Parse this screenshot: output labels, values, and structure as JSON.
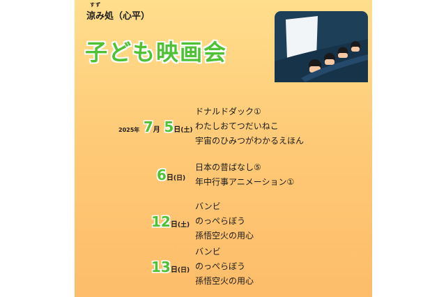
{
  "venue": {
    "ruby": "すず",
    "name": "涼み処（心平）"
  },
  "title": "子ども映画会",
  "year": "2025年",
  "month": "7",
  "month_unit": "月",
  "days": [
    {
      "day": "5",
      "unit": "日",
      "weekday": "(土)",
      "films": [
        "ドナルドダック①",
        "わたしおてつだいねこ",
        "宇宙のひみつがわかるえほん"
      ]
    },
    {
      "day": "6",
      "unit": "日",
      "weekday": "(日)",
      "films": [
        "日本の昔ばなし⑤",
        "年中行事アニメーション①"
      ]
    },
    {
      "day": "12",
      "unit": "日",
      "weekday": "(土)",
      "films": [
        "バンビ",
        "のっぺらぼう",
        "孫悟空火の用心"
      ]
    },
    {
      "day": "13",
      "unit": "日",
      "weekday": "(日)",
      "films": [
        "バンビ",
        "のっぺらぼう",
        "孫悟空火の用心"
      ]
    }
  ],
  "colors": {
    "accent": "#4ec234",
    "background": "#fec976",
    "screen_frame": "#1e3f58"
  },
  "icons": {
    "illustration": "movie-theater-audience-illustration"
  }
}
